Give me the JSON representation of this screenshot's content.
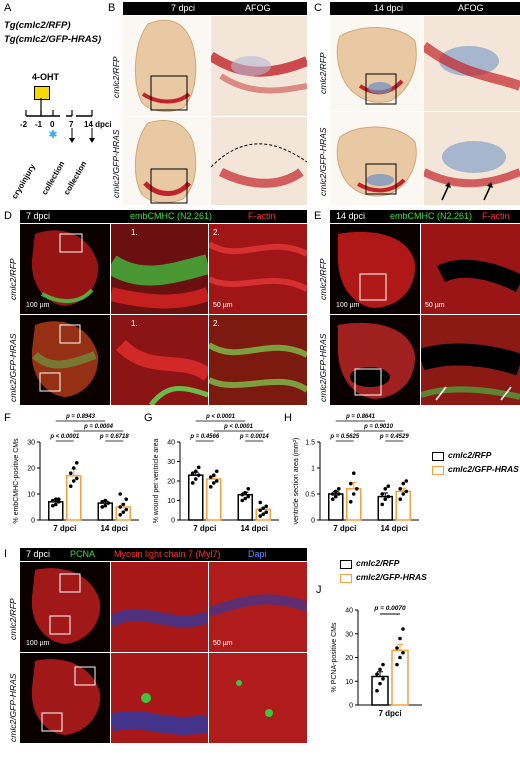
{
  "panels": {
    "A": "A",
    "B": "B",
    "C": "C",
    "D": "D",
    "E": "E",
    "F": "F",
    "G": "G",
    "H": "H",
    "I": "I",
    "J": "J"
  },
  "panel_a": {
    "line1": "Tg(cmlc2/RFP)",
    "line2": "Tg(cmlc2/GFP-HRAS)",
    "drug": "4-OHT",
    "ticks": [
      "-2",
      "-1",
      "0",
      "7",
      "14 dpci"
    ],
    "events": [
      "cryoinjury",
      "collection",
      "collection"
    ]
  },
  "headers": {
    "b_time": "7 dpci",
    "b_stain": "AFOG",
    "c_time": "14 dpci",
    "c_stain": "AFOG",
    "d_time": "7 dpci",
    "d_green": "embCMHC (N2.261)",
    "d_red": "F-actin",
    "e_time": "14 dpci",
    "e_green": "embCMHC (N2.261)",
    "e_red": "F-actin",
    "i_time": "7 dpci",
    "i_green": "PCNA",
    "i_red": "Myosin light chain 7 (Myl7)",
    "i_blue": "Dapi"
  },
  "rows": {
    "rfp": "cmlc2/RFP",
    "hras": "cmlc2/GFP-HRAS"
  },
  "insets": {
    "one": "1.",
    "two": "2."
  },
  "scalebars": {
    "d": "100 µm",
    "d2": "50 µm",
    "e": "100 µm",
    "e2": "50 µm",
    "i": "100 µm",
    "i2": "50 µm"
  },
  "legend": {
    "rfp": "cmlc2/RFP",
    "hras": "cmlc2/GFP-HRAS",
    "rfp_color": "#000000",
    "hras_color": "#f5a142"
  },
  "chart_data": [
    {
      "panel": "F",
      "type": "bar",
      "ylabel": "% embCMHC-positive CMs",
      "categories": [
        "7 dpci",
        "14 dpci"
      ],
      "series": [
        {
          "name": "cmlc2/RFP",
          "values": [
            7,
            6.5
          ],
          "err": [
            0.8,
            0.8
          ]
        },
        {
          "name": "cmlc2/GFP-HRAS",
          "values": [
            17,
            5
          ],
          "err": [
            2.5,
            1.2
          ]
        }
      ],
      "ylim": [
        0,
        30
      ],
      "yticks": [
        0,
        10,
        20,
        30
      ],
      "points": [
        [
          [
            5.5,
            6,
            7,
            7.5,
            8,
            8
          ],
          [
            13,
            15,
            16,
            18,
            20,
            22
          ]
        ],
        [
          [
            5,
            5.5,
            6.5,
            7,
            7.5
          ],
          [
            2,
            3,
            4,
            5,
            6,
            8,
            10
          ]
        ]
      ],
      "pvalues": [
        "p = 0.8943",
        "p = 0.0004",
        "p < 0.0001",
        "p = 0.6718"
      ]
    },
    {
      "panel": "G",
      "type": "bar",
      "ylabel": "% wound per ventricle area",
      "categories": [
        "7 dpci",
        "14 dpci"
      ],
      "series": [
        {
          "name": "cmlc2/RFP",
          "values": [
            23,
            13
          ],
          "err": [
            1.5,
            1.2
          ]
        },
        {
          "name": "cmlc2/GFP-HRAS",
          "values": [
            21,
            5.5
          ],
          "err": [
            1.3,
            1.0
          ]
        }
      ],
      "ylim": [
        0,
        40
      ],
      "yticks": [
        0,
        10,
        20,
        30,
        40
      ],
      "points": [
        [
          [
            19,
            21,
            23,
            24,
            25,
            27
          ],
          [
            17,
            19,
            20,
            22,
            23,
            25
          ]
        ],
        [
          [
            10,
            11,
            12,
            13,
            14,
            16
          ],
          [
            2,
            3,
            4,
            5,
            6,
            7,
            9
          ]
        ]
      ],
      "pvalues": [
        "p < 0.0001",
        "p < 0.0001",
        "p = 0.4566",
        "p = 0.0014"
      ]
    },
    {
      "panel": "H",
      "type": "bar",
      "ylabel": "ventricle section area (mm²)",
      "categories": [
        "7 dpci",
        "14 dpci"
      ],
      "series": [
        {
          "name": "cmlc2/RFP",
          "values": [
            0.5,
            0.45
          ],
          "err": [
            0.05,
            0.07
          ]
        },
        {
          "name": "cmlc2/GFP-HRAS",
          "values": [
            0.6,
            0.55
          ],
          "err": [
            0.12,
            0.06
          ]
        }
      ],
      "ylim": [
        0,
        1.5
      ],
      "yticks": [
        0,
        0.5,
        1.0,
        1.5
      ],
      "points": [
        [
          [
            0.4,
            0.45,
            0.5,
            0.5,
            0.55,
            0.6
          ],
          [
            0.35,
            0.5,
            0.6,
            0.7,
            0.9
          ]
        ],
        [
          [
            0.3,
            0.4,
            0.45,
            0.5,
            0.6,
            0.65
          ],
          [
            0.4,
            0.5,
            0.55,
            0.6,
            0.7,
            0.75
          ]
        ]
      ],
      "pvalues": [
        "p = 0.8641",
        "p = 0.9010",
        "p = 0.5625",
        "p = 0.4529"
      ]
    },
    {
      "panel": "J",
      "type": "bar",
      "ylabel": "% PCNA-positive CMs",
      "categories": [
        "7 dpci"
      ],
      "series": [
        {
          "name": "cmlc2/RFP",
          "values": [
            12
          ],
          "err": [
            2
          ]
        },
        {
          "name": "cmlc2/GFP-HRAS",
          "values": [
            23
          ],
          "err": [
            2.5
          ]
        }
      ],
      "ylim": [
        0,
        40
      ],
      "yticks": [
        0,
        10,
        20,
        30,
        40
      ],
      "points": [
        [
          [
            6,
            9,
            11,
            13,
            15,
            17
          ],
          [
            17,
            20,
            22,
            24,
            28,
            32
          ]
        ]
      ],
      "pvalues": [
        "p = 0.0070"
      ]
    }
  ]
}
